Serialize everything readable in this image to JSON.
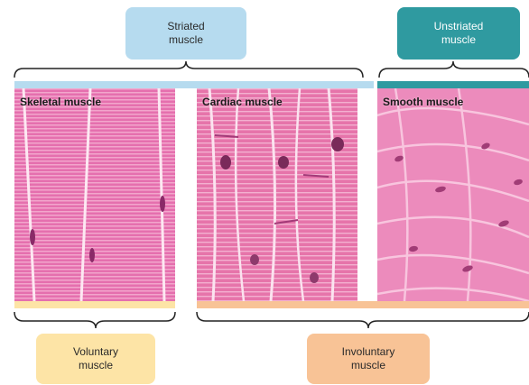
{
  "categories": {
    "striated": {
      "line1": "Striated",
      "line2": "muscle"
    },
    "unstriated": {
      "line1": "Unstriated",
      "line2": "muscle"
    },
    "voluntary": {
      "line1": "Voluntary",
      "line2": "muscle"
    },
    "involuntary": {
      "line1": "Involuntary",
      "line2": "muscle"
    }
  },
  "panels": {
    "skeletal": {
      "label": "Skeletal muscle"
    },
    "cardiac": {
      "label": "Cardiac muscle"
    },
    "smooth": {
      "label": "Smooth muscle"
    }
  },
  "colors": {
    "striated": "#b6dbef",
    "unstriated": "#2f9aa0",
    "voluntary": "#fde4a6",
    "involuntary": "#f8c396",
    "tissue": "#e87bb0",
    "nucleus": "#7a2a5a"
  }
}
